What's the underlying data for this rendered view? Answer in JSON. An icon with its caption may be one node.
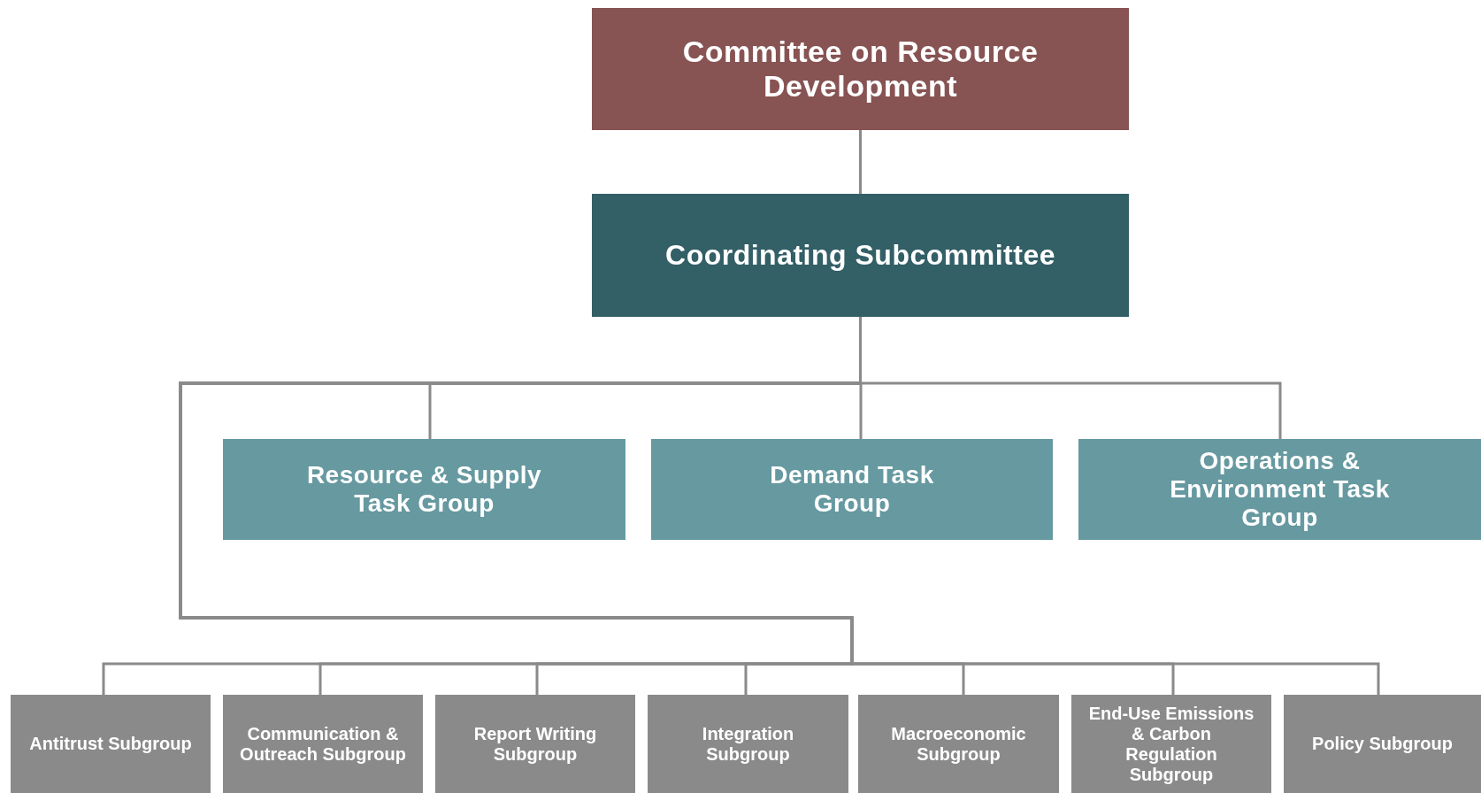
{
  "diagram": {
    "nodes": [
      {
        "text": [
          "Committee on Resource Development"
        ]
      },
      {
        "text": [
          "Coordinating Subcommittee"
        ]
      },
      {
        "text": [
          "Resource & Supply Task Group"
        ]
      },
      {
        "text": [
          "Demand Task Group"
        ]
      },
      {
        "text": [
          "Operations & Environment Task Group"
        ]
      },
      {
        "text": [
          "Antitrust Subgroup"
        ]
      },
      {
        "text": [
          "Communication & Outreach Subgroup"
        ]
      },
      {
        "text": [
          "Report Writing Subgroup"
        ]
      },
      {
        "text": [
          "Integration Subgroup"
        ]
      },
      {
        "text": [
          "Macroeconomic Subgroup"
        ]
      },
      {
        "text": [
          "End-Use Emissions & Carbon Regulation Subgroup"
        ]
      },
      {
        "text": [
          "Policy Subgroup"
        ]
      }
    ],
    "edges": [
      {
        "from": 0,
        "to": 1,
        "arrow": "none"
      },
      {
        "from": 1,
        "to": 2,
        "arrow": "none"
      },
      {
        "from": 1,
        "to": 3,
        "arrow": "none"
      },
      {
        "from": 1,
        "to": 4,
        "arrow": "none"
      },
      {
        "from": 1,
        "to": 5,
        "arrow": "none"
      },
      {
        "from": 1,
        "to": 6,
        "arrow": "none"
      },
      {
        "from": 1,
        "to": 7,
        "arrow": "none"
      },
      {
        "from": 1,
        "to": 8,
        "arrow": "none"
      },
      {
        "from": 1,
        "to": 9,
        "arrow": "none"
      },
      {
        "from": 1,
        "to": 10,
        "arrow": "none"
      },
      {
        "from": 1,
        "to": 11,
        "arrow": "none"
      }
    ]
  }
}
